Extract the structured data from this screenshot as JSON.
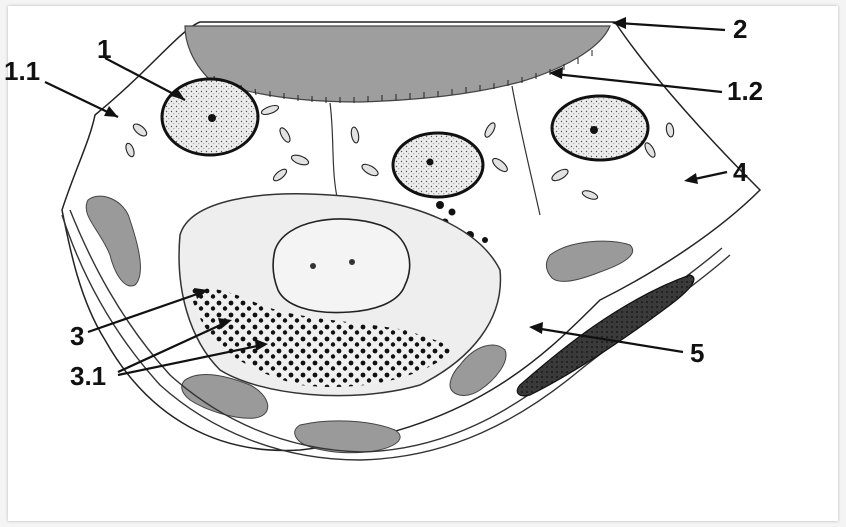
{
  "labels": {
    "l1": "1",
    "l1_1": "1.1",
    "l1_2": "1.2",
    "l2": "2",
    "l3": "3",
    "l3_1": "3.1",
    "l4": "4",
    "l5": "5"
  },
  "colors": {
    "lumen": "#9e9e9e",
    "ink": "#222222",
    "cytoplasm": "#ebebeb",
    "background": "#ffffff"
  }
}
